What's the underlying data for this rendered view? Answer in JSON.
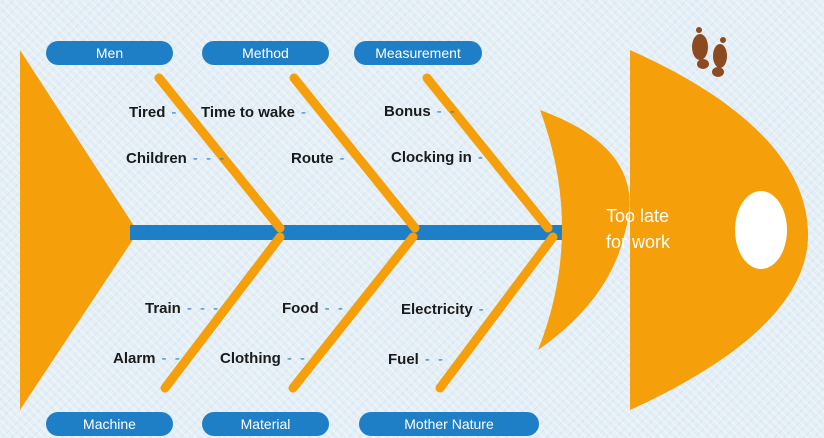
{
  "colors": {
    "fish": "#f59f0a",
    "spine": "#1e7fc6",
    "pill": "#1e7fc6",
    "text": "#1a1a1a",
    "background": "#e3eef6"
  },
  "icons": {
    "top_right": "footprints-icon"
  },
  "categories": {
    "top": [
      "Men",
      "Method",
      "Measurement"
    ],
    "bottom": [
      "Machine",
      "Material",
      "Mother Nature"
    ]
  },
  "causes": {
    "men": [
      "Tired",
      "Children"
    ],
    "method": [
      "Time to wake",
      "Route"
    ],
    "measurement": [
      "Bonus",
      "Clocking in"
    ],
    "machine": [
      "Train",
      "Alarm"
    ],
    "material": [
      "Food",
      "Clothing"
    ],
    "mother_nature": [
      "Electricity",
      "Fuel"
    ]
  },
  "effect": {
    "line1": "Too late",
    "line2": "for work"
  }
}
